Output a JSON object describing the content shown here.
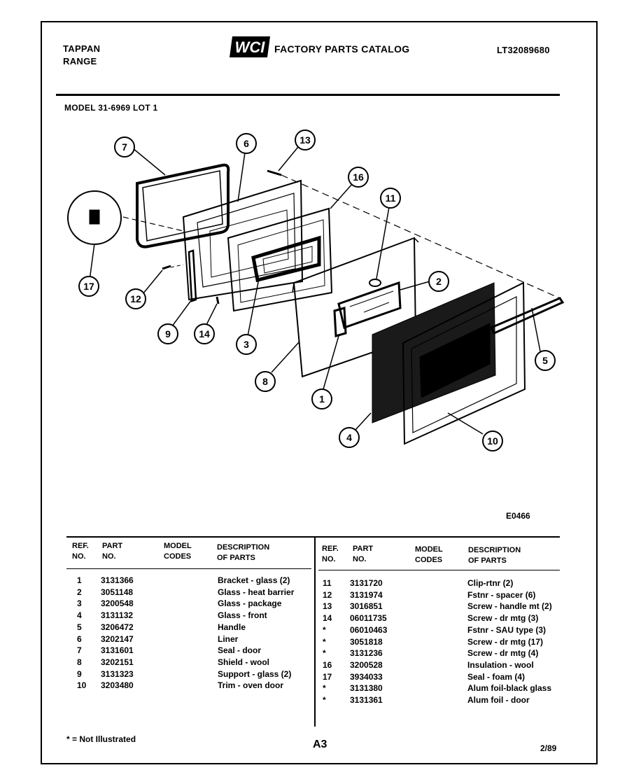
{
  "header": {
    "brand_line1": "TAPPAN",
    "brand_line2": "RANGE",
    "logo_text": "WCI",
    "catalog_title": "FACTORY PARTS CATALOG",
    "document_id": "LT32089680",
    "model_line": "MODEL 31-6969 LOT 1"
  },
  "diagram": {
    "figure_code": "E0466",
    "callouts": [
      "7",
      "6",
      "13",
      "16",
      "11",
      "17",
      "12",
      "2",
      "9",
      "14",
      "3",
      "8",
      "1",
      "5",
      "4",
      "10"
    ]
  },
  "table": {
    "headers": {
      "ref_no": [
        "REF.",
        "NO."
      ],
      "part_no": [
        "PART",
        "NO."
      ],
      "model_codes": [
        "MODEL",
        "CODES"
      ],
      "description": [
        "DESCRIPTION",
        "OF PARTS"
      ]
    },
    "left_rows": [
      {
        "ref": "1",
        "part": "3131366",
        "desc": "Bracket - glass (2)"
      },
      {
        "ref": "2",
        "part": "3051148",
        "desc": "Glass - heat barrier"
      },
      {
        "ref": "3",
        "part": "3200548",
        "desc": "Glass - package"
      },
      {
        "ref": "4",
        "part": "3131132",
        "desc": "Glass - front"
      },
      {
        "ref": "5",
        "part": "3206472",
        "desc": "Handle"
      },
      {
        "ref": "6",
        "part": "3202147",
        "desc": "Liner"
      },
      {
        "ref": "7",
        "part": "3131601",
        "desc": "Seal - door"
      },
      {
        "ref": "8",
        "part": "3202151",
        "desc": "Shield - wool"
      },
      {
        "ref": "9",
        "part": "3131323",
        "desc": "Support - glass (2)"
      },
      {
        "ref": "10",
        "part": "3203480",
        "desc": "Trim - oven door"
      }
    ],
    "right_rows": [
      {
        "ref": "11",
        "part": "3131720",
        "desc": "Clip-rtnr (2)"
      },
      {
        "ref": "12",
        "part": "3131974",
        "desc": "Fstnr - spacer (6)"
      },
      {
        "ref": "13",
        "part": "3016851",
        "desc": "Screw - handle mt (2)"
      },
      {
        "ref": "14",
        "part": "06011735",
        "desc": "Screw - dr mtg (3)"
      },
      {
        "ref": "*",
        "part": "06010463",
        "desc": "Fstnr - SAU type (3)"
      },
      {
        "ref": "*",
        "part": "3051818",
        "desc": "Screw - dr mtg (17)"
      },
      {
        "ref": "*",
        "part": "3131236",
        "desc": "Screw - dr mtg (4)"
      },
      {
        "ref": "16",
        "part": "3200528",
        "desc": "Insulation - wool"
      },
      {
        "ref": "17",
        "part": "3934033",
        "desc": "Seal - foam (4)"
      },
      {
        "ref": "*",
        "part": "3131380",
        "desc": "Alum foil-black glass"
      },
      {
        "ref": "*",
        "part": "3131361",
        "desc": "Alum foil - door"
      }
    ]
  },
  "footer": {
    "note": "* = Not Illustrated",
    "page": "A3",
    "date": "2/89"
  }
}
